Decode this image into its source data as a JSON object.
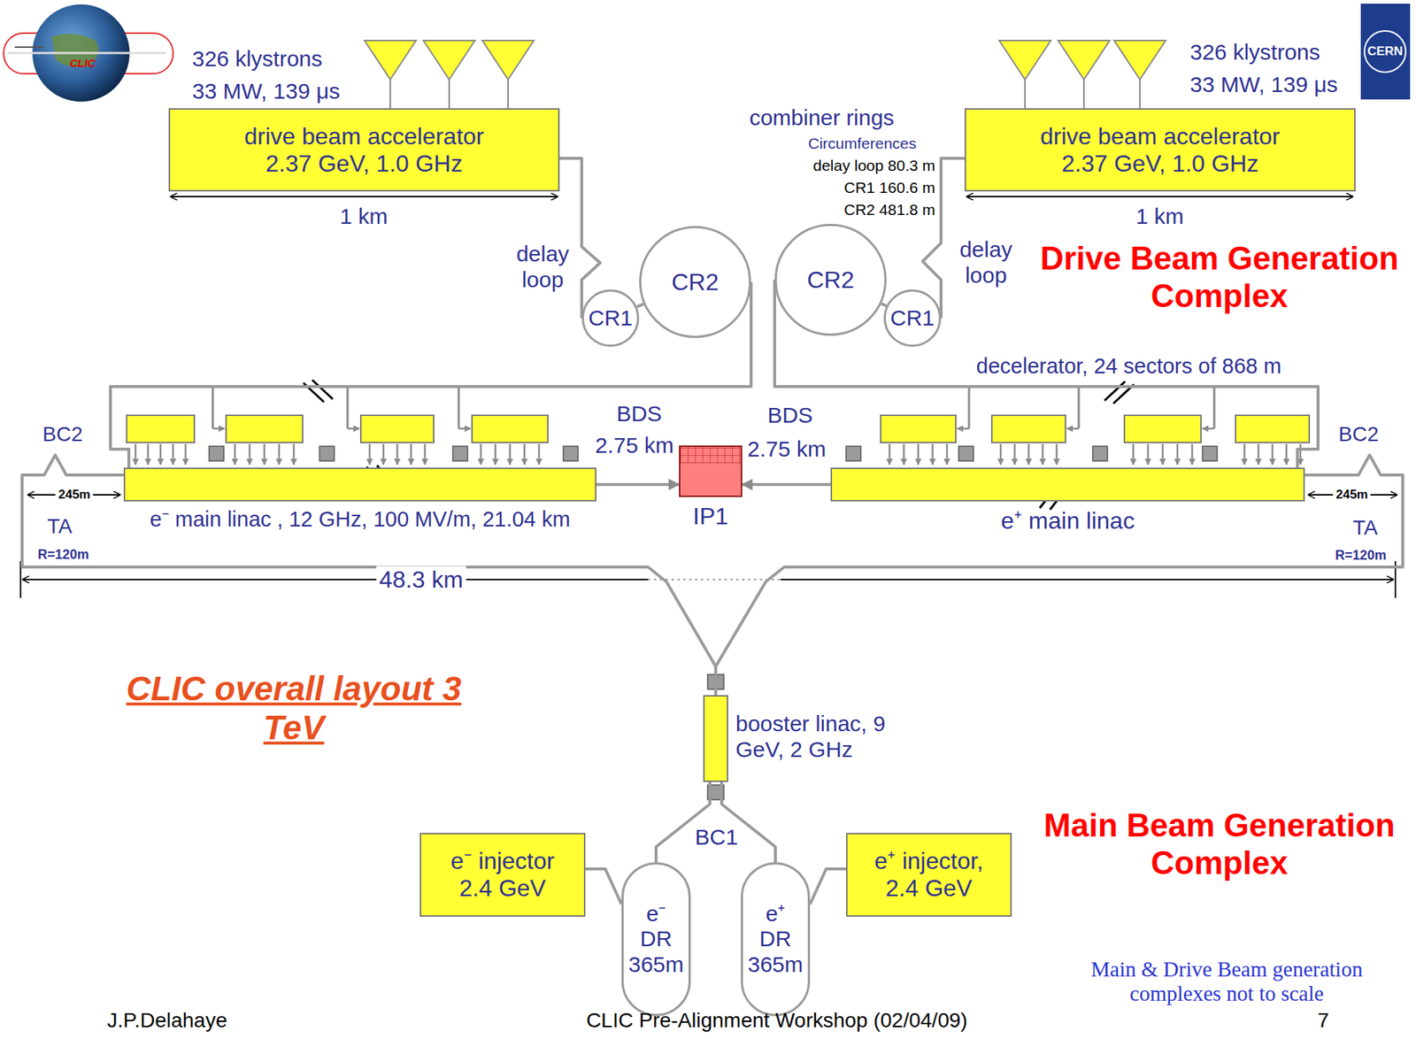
{
  "diagram": {
    "title": "CLIC overall layout 3 TeV",
    "nodes": [
      {
        "text": [
          "drive beam accelerator",
          "2.37 GeV, 1.0 GHz"
        ]
      },
      {
        "text": [
          "drive beam accelerator",
          "2.37 GeV, 1.0 GHz"
        ]
      },
      {
        "text": [
          "CR1"
        ]
      },
      {
        "text": [
          "CR2"
        ]
      },
      {
        "text": [
          "CR2"
        ]
      },
      {
        "text": [
          "CR1"
        ]
      },
      {
        "text": [
          "e⁻ main linac , 12 GHz, 100 MV/m, 21.04 km"
        ]
      },
      {
        "text": [
          "IP1"
        ]
      },
      {
        "text": [
          "e⁺ main linac"
        ]
      },
      {
        "text": [
          "booster linac, 9 GeV, 2 GHz"
        ]
      },
      {
        "text": [
          "e⁻ injector",
          "2.4 GeV"
        ]
      },
      {
        "text": [
          "e⁻ DR 365m"
        ]
      },
      {
        "text": [
          "e⁺ DR 365m"
        ]
      },
      {
        "text": [
          "e⁺ injector,",
          "2.4 GeV"
        ]
      }
    ],
    "edges": [
      {
        "from": 0,
        "to": 2,
        "arrow": "none"
      },
      {
        "from": 2,
        "to": 3,
        "arrow": "none"
      },
      {
        "from": 3,
        "to": 6,
        "arrow": "none"
      },
      {
        "from": 1,
        "to": 5,
        "arrow": "none"
      },
      {
        "from": 5,
        "to": 4,
        "arrow": "none"
      },
      {
        "from": 4,
        "to": 8,
        "arrow": "none"
      },
      {
        "from": 10,
        "to": 11,
        "arrow": "none"
      },
      {
        "from": 13,
        "to": 12,
        "arrow": "none"
      },
      {
        "from": 11,
        "to": 9,
        "arrow": "none"
      },
      {
        "from": 12,
        "to": 9,
        "arrow": "none"
      },
      {
        "from": 9,
        "to": 6,
        "arrow": "none"
      },
      {
        "from": 9,
        "to": 8,
        "arrow": "none"
      },
      {
        "from": 6,
        "to": 7,
        "arrow": "to"
      },
      {
        "from": 8,
        "to": 7,
        "arrow": "to"
      }
    ],
    "labels": [
      "CLIC",
      "326 klystrons",
      "33 MW, 139 μs",
      "326 klystrons",
      "33 MW, 139 μs",
      "CERN",
      "1 km",
      "1 km",
      "combiner rings",
      "Circumferences",
      "delay loop 80.3 m",
      "CR1 160.6 m",
      "CR2 481.8 m",
      "delay loop",
      "delay loop",
      "Drive Beam Generation Complex",
      "decelerator, 24 sectors of 868 m",
      "BDS",
      "2.75 km",
      "BDS",
      "2.75 km",
      "BC2",
      "245m",
      "TA",
      "R=120m",
      "BC2",
      "245m",
      "TA",
      "R=120m",
      "48.3 km",
      "BC1",
      "Main Beam Generation Complex",
      "Main & Drive Beam generation complexes not to scale",
      "J.P.Delahaye",
      "CLIC Pre-Alignment Workshop (02/04/09)",
      "7"
    ]
  }
}
